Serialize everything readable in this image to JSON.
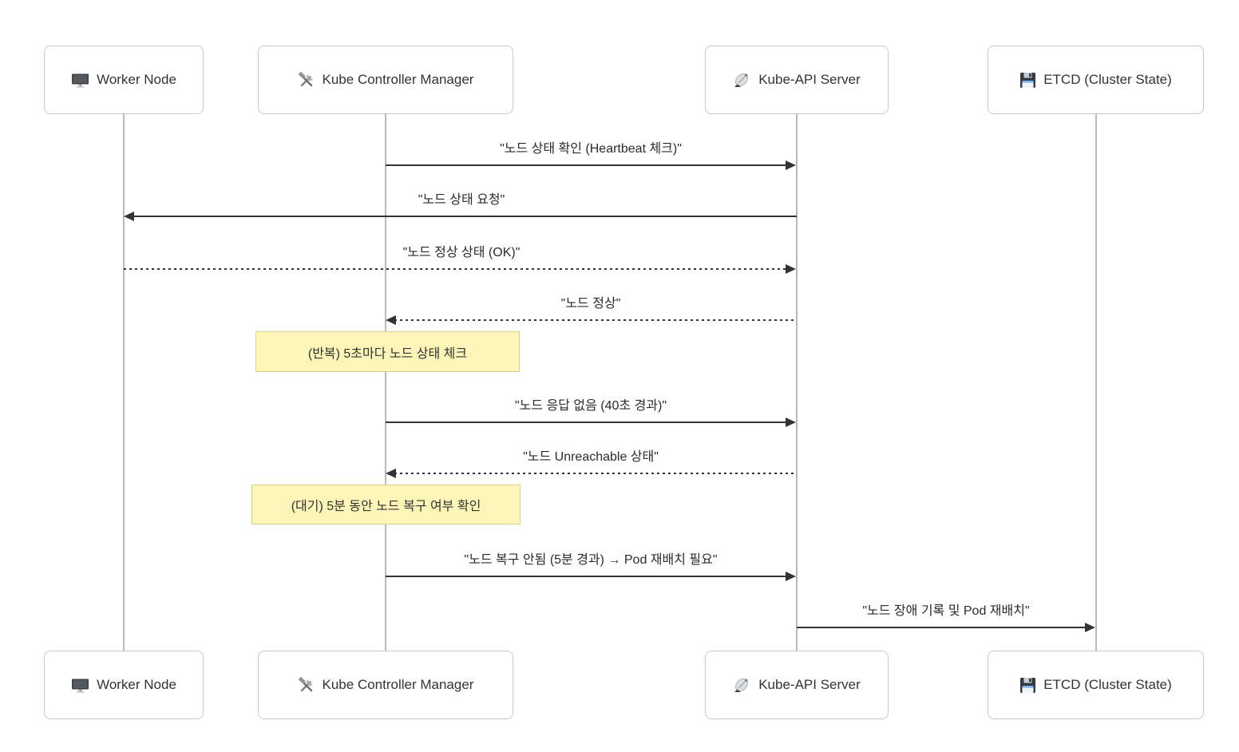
{
  "diagram": {
    "type": "sequence-diagram",
    "topic": "Kubernetes node failure detection and pod rescheduling",
    "actors": [
      {
        "id": "worker",
        "label": "Worker Node",
        "icon": "desktop-computer-icon"
      },
      {
        "id": "kcm",
        "label": "Kube Controller Manager",
        "icon": "hammer-wrench-icon"
      },
      {
        "id": "api",
        "label": "Kube-API Server",
        "icon": "satellite-antenna-icon"
      },
      {
        "id": "etcd",
        "label": "ETCD (Cluster State)",
        "icon": "floppy-disk-icon"
      }
    ],
    "messages": [
      {
        "kind": "message",
        "from": "kcm",
        "to": "api",
        "line": "solid",
        "label": "\"노드 상태 확인 (Heartbeat 체크)\""
      },
      {
        "kind": "message",
        "from": "api",
        "to": "worker",
        "line": "solid",
        "label": "\"노드 상태 요청\""
      },
      {
        "kind": "message",
        "from": "worker",
        "to": "api",
        "line": "dashed",
        "label": "\"노드 정상 상태 (OK)\""
      },
      {
        "kind": "message",
        "from": "api",
        "to": "kcm",
        "line": "dashed",
        "label": "\"노드 정상\""
      },
      {
        "kind": "note",
        "over": "kcm",
        "label": "(반복) 5초마다 노드 상태 체크"
      },
      {
        "kind": "message",
        "from": "kcm",
        "to": "api",
        "line": "solid",
        "label": "\"노드 응답 없음 (40초 경과)\""
      },
      {
        "kind": "message",
        "from": "api",
        "to": "kcm",
        "line": "dashed",
        "label": "\"노드 Unreachable 상태\""
      },
      {
        "kind": "note",
        "over": "kcm",
        "label": "(대기) 5분 동안 노드 복구 여부 확인"
      },
      {
        "kind": "message",
        "from": "kcm",
        "to": "api",
        "line": "solid",
        "label": "\"노드 복구 안됨 (5분 경과) → Pod 재배치 필요\""
      },
      {
        "kind": "message",
        "from": "api",
        "to": "etcd",
        "line": "solid",
        "label": "\"노드 장애 기록 및 Pod 재배치\""
      }
    ],
    "colors": {
      "note_fill": "#fdf5b8",
      "note_border": "#ddcf83",
      "arrow": "#333333",
      "lifeline": "#b9b9b9",
      "actor_border": "#c9c9c9",
      "actor_fill": "#ffffff",
      "text": "#333333"
    }
  }
}
